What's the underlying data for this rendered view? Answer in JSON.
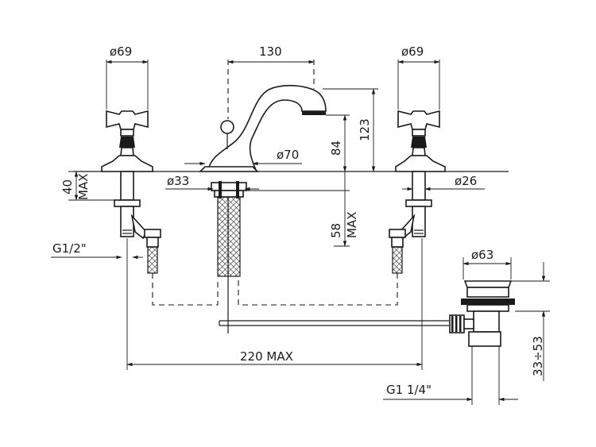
{
  "dimensions": {
    "left_handle_dia": "ø69",
    "right_handle_dia": "ø69",
    "spout_offset": "130",
    "spout_height": "123",
    "spout_outlet_height": "84",
    "spout_base_dia": "ø70",
    "spout_shank_dia": "ø33",
    "right_shank_dia": "ø26",
    "deck_thickness": "40",
    "deck_thickness_max": "MAX",
    "spout_depth": "58",
    "spout_depth_max": "MAX",
    "inlet_thread": "G1/2\"",
    "waste_dia": "ø63",
    "waste_height": "33÷53",
    "waste_thread": "G1  1/4\"",
    "overall_width": "220  MAX"
  }
}
